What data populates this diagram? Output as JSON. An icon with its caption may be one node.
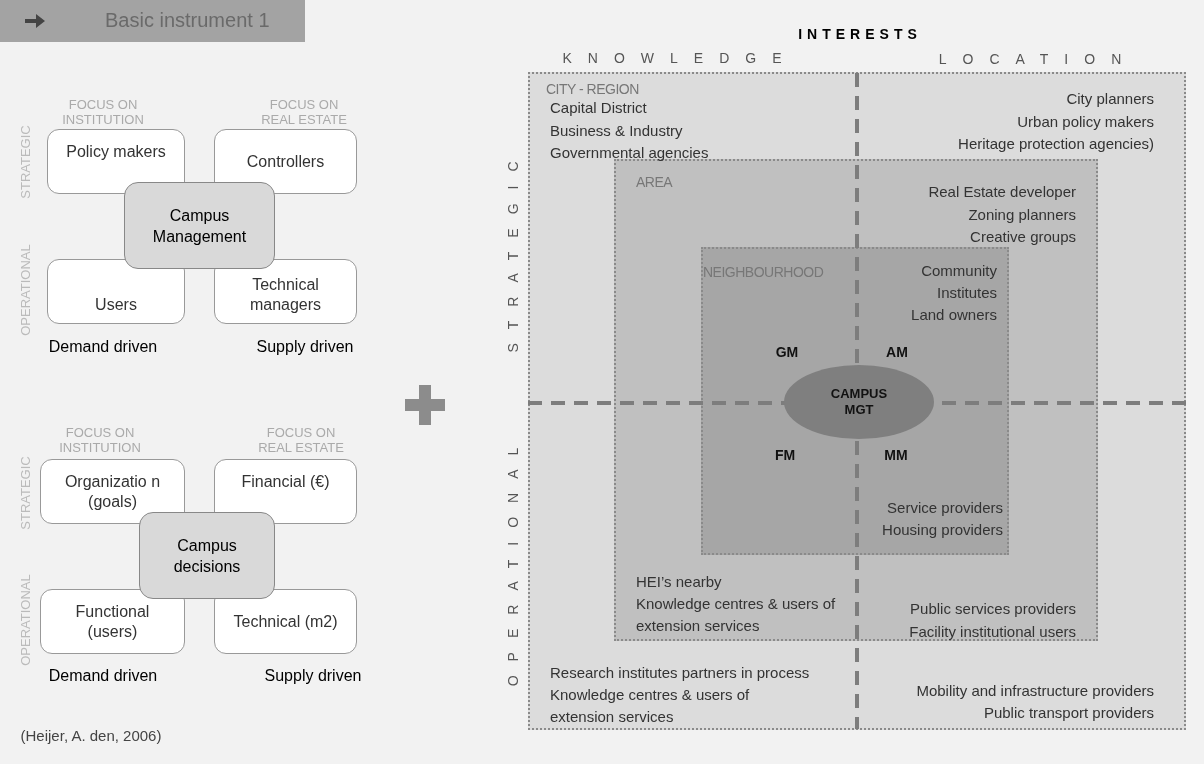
{
  "diagram": {
    "nodes": [
      {
        "text": [
          "Basic instrument 1"
        ]
      },
      {
        "text": [
          "Policy makers"
        ]
      },
      {
        "text": [
          "Controllers"
        ]
      },
      {
        "text": [
          "Campus Management"
        ]
      },
      {
        "text": [
          "Users"
        ]
      },
      {
        "text": [
          "Technical managers"
        ]
      },
      {
        "text": [
          "Organizatio n (goals)"
        ]
      },
      {
        "text": [
          "Financial (€)"
        ]
      },
      {
        "text": [
          "Campus decisions"
        ]
      },
      {
        "text": [
          "Functional (users)"
        ]
      },
      {
        "text": [
          "Technical (m2)"
        ]
      },
      {
        "text": [
          "CITY - REGION",
          "Capital District",
          "Business & Industry",
          "Governmental agencies",
          "City planners",
          "Urban policy makers",
          "Heritage protection agencies)",
          "Research institutes partners in process",
          "Knowledge centres & users of extension services",
          "Mobility and infrastructure providers",
          "Public transport providers"
        ]
      },
      {
        "text": [
          "AREA",
          "Real Estate developer",
          "Zoning planners",
          "Creative groups",
          "HEI’s  nearby",
          "Knowledge centres & users of extension services",
          "Public services providers",
          "Facility institutional users"
        ],
        "in": 11
      },
      {
        "text": [
          "NEIGHBOURHOOD",
          "Community",
          "Institutes",
          "Land owners",
          "Service providers",
          "Housing providers"
        ],
        "in": 12
      },
      {
        "text": [
          "CAMPUS MGT"
        ],
        "in": 13
      }
    ],
    "labels": [
      "FOCUS ON INSTITUTION",
      "FOCUS ON REAL ESTATE",
      "STRATEGIC",
      "OPERATIONAL",
      "Demand driven",
      "Supply driven",
      "FOCUS ON INSTITUTION",
      "FOCUS ON REAL ESTATE",
      "STRATEGIC",
      "OPERATIONAL",
      "Demand driven",
      "Supply driven",
      "(Heijer, A. den, 2006)",
      "INTERESTS",
      "KNOWLEDGE",
      "LOCATION",
      "STRATEGIC",
      "OPERATIONAL",
      "GM",
      "AM",
      "FM",
      "MM"
    ]
  }
}
